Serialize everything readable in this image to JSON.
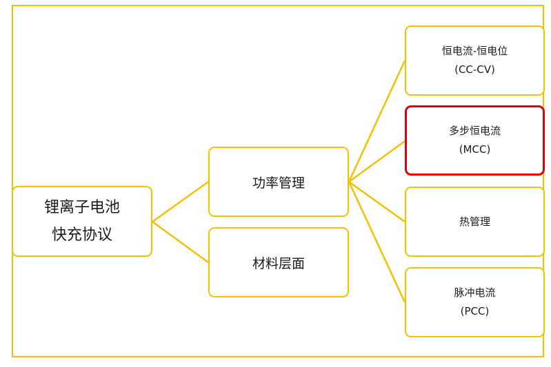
{
  "diagram": {
    "root": {
      "line1": "锂离子电池",
      "line2": "快充协议"
    },
    "branches": [
      {
        "label": "功率管理"
      },
      {
        "label": "材料层面"
      }
    ],
    "leaves": [
      {
        "line1": "恒电流-恒电位",
        "line2": "(CC-CV)"
      },
      {
        "line1": "多步恒电流",
        "line2": "(MCC)",
        "highlighted": true
      },
      {
        "line1": "热管理",
        "line2": ""
      },
      {
        "line1": "脉冲电流",
        "line2": "(PCC)"
      }
    ],
    "colors": {
      "connector": "#F5C000",
      "node_border": "#F5C000",
      "highlight_border": "#E00000",
      "text": "#1a1a1a"
    }
  }
}
